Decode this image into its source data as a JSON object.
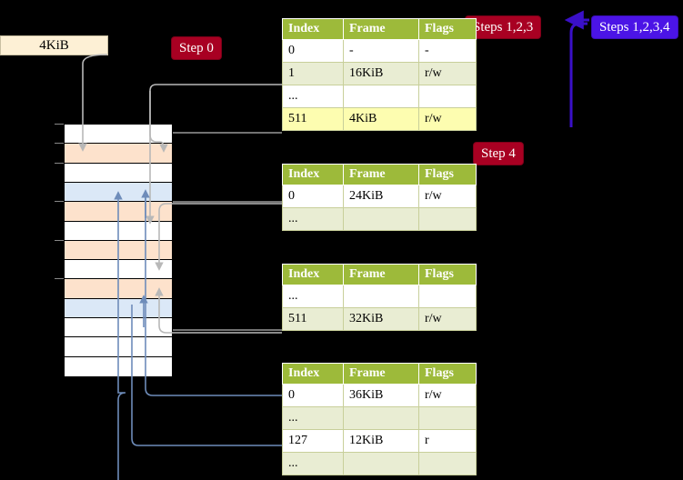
{
  "badges": {
    "step0": {
      "label": "Step 0",
      "color": "#a80022"
    },
    "steps123": {
      "label": "Steps 1,2,3",
      "color": "#a80022"
    },
    "steps1234": {
      "label": "Steps 1,2,3,4",
      "color": "#4b14e6"
    },
    "step4": {
      "label": "Step 4",
      "color": "#a80022"
    }
  },
  "frame_box": {
    "label": "4KiB",
    "background": "#fdf0d5"
  },
  "memory_grid": {
    "rows": [
      {
        "fill": "white"
      },
      {
        "fill": "orange"
      },
      {
        "fill": "white"
      },
      {
        "fill": "blue"
      },
      {
        "fill": "orange"
      },
      {
        "fill": "white"
      },
      {
        "fill": "orange"
      },
      {
        "fill": "white"
      },
      {
        "fill": "orange"
      },
      {
        "fill": "blue"
      },
      {
        "fill": "white"
      },
      {
        "fill": "white"
      },
      {
        "fill": "white"
      }
    ],
    "colors": {
      "white": "#ffffff",
      "orange": "#fde2cc",
      "blue": "#dbe8f7"
    }
  },
  "tables": [
    {
      "name": "level-4-table",
      "headers": [
        "Index",
        "Frame",
        "Flags"
      ],
      "rows": [
        {
          "cells": [
            "0",
            "-",
            "-"
          ],
          "style": "plain",
          "highlight": false
        },
        {
          "cells": [
            "1",
            "16KiB",
            "r/w"
          ],
          "style": "alt",
          "highlight": false
        },
        {
          "cells": [
            "...",
            "",
            ""
          ],
          "style": "plain",
          "highlight": false
        },
        {
          "cells": [
            "511",
            "4KiB",
            "r/w"
          ],
          "style": "alt",
          "highlight": true
        }
      ]
    },
    {
      "name": "level-3-table",
      "headers": [
        "Index",
        "Frame",
        "Flags"
      ],
      "rows": [
        {
          "cells": [
            "0",
            "24KiB",
            "r/w"
          ],
          "style": "plain",
          "highlight": false
        },
        {
          "cells": [
            "...",
            "",
            ""
          ],
          "style": "alt",
          "highlight": false
        }
      ]
    },
    {
      "name": "level-2-table",
      "headers": [
        "Index",
        "Frame",
        "Flags"
      ],
      "rows": [
        {
          "cells": [
            "...",
            "",
            ""
          ],
          "style": "plain",
          "highlight": false
        },
        {
          "cells": [
            "511",
            "32KiB",
            "r/w"
          ],
          "style": "alt",
          "highlight": false
        }
      ]
    },
    {
      "name": "level-1-table",
      "headers": [
        "Index",
        "Frame",
        "Flags"
      ],
      "rows": [
        {
          "cells": [
            "0",
            "36KiB",
            "r/w"
          ],
          "style": "plain",
          "highlight": false
        },
        {
          "cells": [
            "...",
            "",
            ""
          ],
          "style": "alt",
          "highlight": false
        },
        {
          "cells": [
            "127",
            "12KiB",
            "r"
          ],
          "style": "plain",
          "highlight": false
        },
        {
          "cells": [
            "...",
            "",
            ""
          ],
          "style": "alt",
          "highlight": false
        }
      ]
    }
  ],
  "colors": {
    "table_header": "#9dba3a",
    "table_alt_row": "#e9edd3",
    "table_highlight": "#fdfdb0",
    "wire_gray": "#b8b8b8",
    "wire_blue": "#6e8cba",
    "wire_indigo": "#3a10c8",
    "background": "#000000"
  }
}
